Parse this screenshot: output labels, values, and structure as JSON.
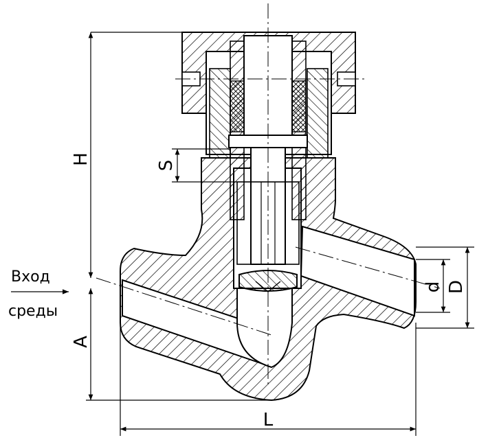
{
  "labels": {
    "inlet_line1": "Вход",
    "inlet_line2": "среды"
  },
  "dimensions": {
    "H": "H",
    "L": "L",
    "A": "A",
    "d": "d",
    "D": "D",
    "S": "S"
  }
}
